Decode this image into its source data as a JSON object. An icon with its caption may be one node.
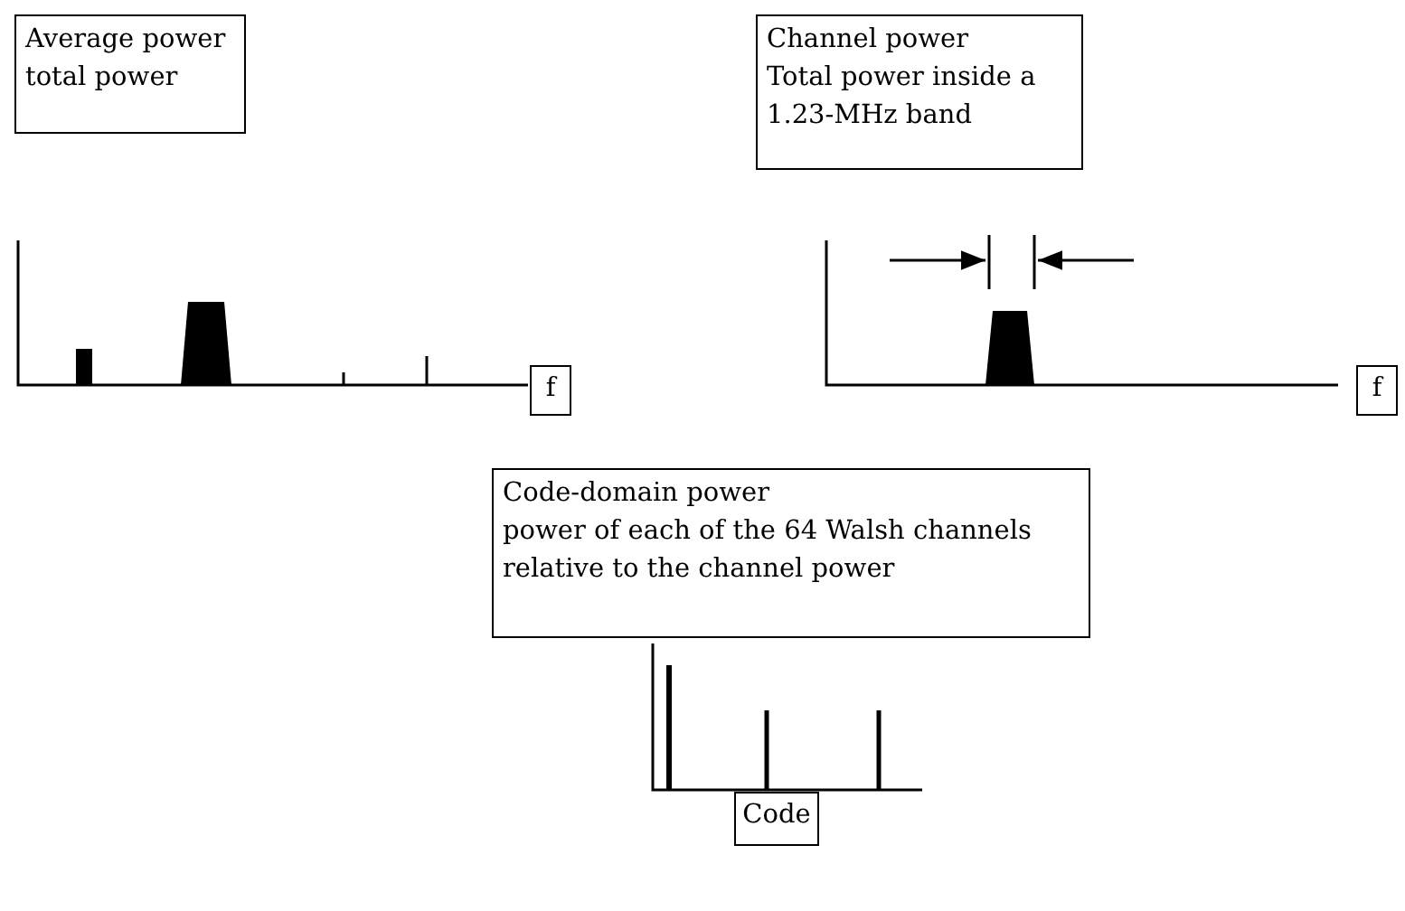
{
  "diagram": {
    "nodes": [
      {
        "text": [
          "Average power",
          "total power"
        ]
      },
      {
        "text": [
          "f"
        ]
      },
      {
        "text": [
          "Channel power",
          "Total power inside a 1.23-MHz band"
        ]
      },
      {
        "text": [
          "f"
        ]
      },
      {
        "text": [
          "Code-domain power",
          "power of each of the 64 Walsh channels relative to the channel power"
        ]
      },
      {
        "text": [
          "Code"
        ]
      }
    ]
  }
}
